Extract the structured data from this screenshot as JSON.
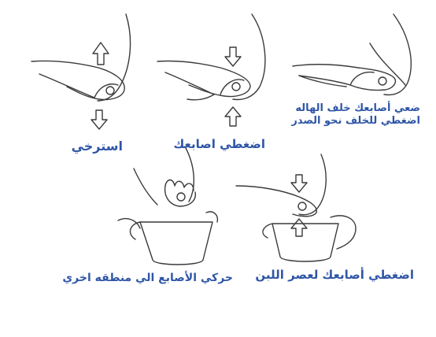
{
  "colors": {
    "caption": "#2f56a6",
    "line": "#3a3a3a"
  },
  "steps": [
    {
      "id": "step1",
      "caption_lines": [
        "ضعي أصابعك خلف الهاله",
        "اضغطي للخلف نحو الصدر"
      ]
    },
    {
      "id": "step2",
      "caption_lines": [
        "اضغطي اصابعك"
      ]
    },
    {
      "id": "step3",
      "caption_lines": [
        "استرخي"
      ]
    },
    {
      "id": "step4",
      "caption_lines": [
        "اضغطي أصابعك لعصر اللبن"
      ]
    },
    {
      "id": "step5",
      "caption_lines": [
        "حركي الأصابع الي منطقه اخري"
      ]
    }
  ],
  "icons": [
    "breast",
    "hand",
    "arrow-up-outline",
    "arrow-down-outline",
    "cup"
  ]
}
